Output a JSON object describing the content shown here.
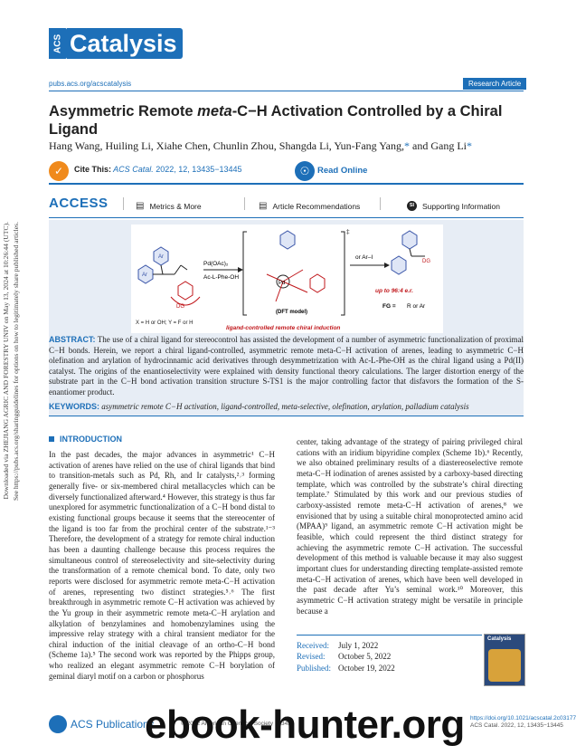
{
  "side_note": {
    "line1": "Downloaded via ZHEJIANG AGRIC AND FORESTRY UNIV on May 13, 2024 at 10:26:44 (UTC).",
    "line2": "See https://pubs.acs.org/sharingguidelines for options on how to legitimately share published articles."
  },
  "header": {
    "logo_acs": "ACS",
    "logo_journal": "Catalysis",
    "url": "pubs.acs.org/acscatalysis",
    "badge": "Research Article"
  },
  "article": {
    "title_pre": "Asymmetric Remote ",
    "title_italic": "meta",
    "title_post": "-C−H Activation Controlled by a Chiral Ligand",
    "authors_a": "Hang Wang, Huiling Li, Xiahe Chen, Chunlin Zhou, Shangda Li, Yun-Fang Yang,",
    "authors_b": " and Gang Li",
    "asterisk": "*",
    "cite_label": "Cite This:",
    "cite_journal": " ACS Catal.",
    "cite_ref": " 2022, 12, 13435−13445",
    "read_online": "Read Online"
  },
  "access_bar": {
    "access": "ACCESS",
    "metrics": "Metrics & More",
    "recommendations": "Article Recommendations",
    "supporting": "Supporting Information",
    "si_icon_text": "SI"
  },
  "toc": {
    "reagent1": "Pd(OAc)₂",
    "reagent2": "Ac-L-Phe-OH",
    "or_ar": "or Ar–I",
    "dg": "DG",
    "xy": "X = H or OH; Y = F or H",
    "dft": "(DFT model)",
    "er": "up to 96:4 e.r.",
    "fg": "FG = ",
    "fg2": "R or Ar",
    "caption": "ligand-controlled remote chiral induction",
    "ddagger": "‡"
  },
  "abstract": {
    "label": "ABSTRACT:",
    "text": " The use of a chiral ligand for stereocontrol has assisted the development of a number of asymmetric functionalization of proximal C−H bonds. Herein, we report a chiral ligand-controlled, asymmetric remote meta-C−H activation of arenes, leading to asymmetric C−H olefination and arylation of hydrocinnamic acid derivatives through desymmetrization with Ac-L-Phe-OH as the chiral ligand using a Pd(II) catalyst. The origins of the enantioselectivity were explained with density functional theory calculations. The larger distortion energy of the substrate part in the C−H bond activation transition structure S-TS1 is the major controlling factor that disfavors the formation of the S-enantiomer product.",
    "kw_label": "KEYWORDS:",
    "keywords": " asymmetric remote C−H activation, ligand-controlled, meta-selective, olefination, arylation, palladium catalysis"
  },
  "intro": {
    "heading": "INTRODUCTION",
    "col1": "In the past decades, the major advances in asymmetric¹ C−H activation of arenes have relied on the use of chiral ligands that bind to transition-metals such as Pd, Rh, and Ir catalysts,²˒³ forming generally five- or six-membered chiral metallacycles which can be diversely functionalized afterward.⁴ However, this strategy is thus far unexplored for asymmetric functionalization of a C−H bond distal to existing functional groups because it seems that the stereocenter of the ligand is too far from the prochiral center of the substrate.¹⁻³ Therefore, the development of a strategy for remote chiral induction has been a daunting challenge because this process requires the simultaneous control of stereoselectivity and site-selectivity during the transformation of a remote chemical bond. To date, only two reports were disclosed for asymmetric remote meta-C−H activation of arenes, representing two distinct strategies.⁵˒⁶ The first breakthrough in asymmetric remote C−H activation was achieved by the Yu group in their asymmetric remote meta-C−H arylation and alkylation of benzylamines and homobenzylamines using the impressive relay strategy with a chiral transient mediator for the chiral induction of the initial cleavage of an ortho-C−H bond (Scheme 1a).⁵ The second work was reported by the Phipps group, who realized an elegant asymmetric remote C−H borylation of geminal diaryl motif on a carbon or phosphorus",
    "col2": "center, taking advantage of the strategy of pairing privileged chiral cations with an iridium bipyridine complex (Scheme 1b).⁶ Recently, we also obtained preliminary results of a diastereoselective remote meta-C−H iodination of arenes assisted by a carboxy-based directing template, which was controlled by the substrate’s chiral directing template.⁷ Stimulated by this work and our previous studies of carboxy-assisted remote meta-C−H activation of arenes,⁸ we envisioned that by using a suitable chiral monoprotected amino acid (MPAA)⁹ ligand, an asymmetric remote C−H activation might be feasible, which could represent the third distinct strategy for achieving the asymmetric remote C−H activation. The successful development of this method is valuable because it may also suggest important clues for understanding directing template-assisted remote meta-C−H activation of arenes, which have been well developed in the past decade after Yu’s seminal work.¹⁰ Moreover, this asymmetric C−H activation strategy might be versatile in principle because a"
  },
  "history": {
    "received_k": "Received:",
    "received_v": "July 1, 2022",
    "revised_k": "Revised:",
    "revised_v": "October 5, 2022",
    "published_k": "Published:",
    "published_v": "October 19, 2022",
    "cover_title": "Catalysis"
  },
  "footer": {
    "publisher": "ACS Publications",
    "copyright": "© 2022 American Chemical Society",
    "page": "13435",
    "doi": "https://doi.org/10.1021/acscatal.2c03177",
    "journal_ref": "ACS Catal. 2022, 12, 13435−13445",
    "watermark": "ebook-hunter.org"
  },
  "colors": {
    "accent": "#1d6fb8",
    "abstract_bg": "#e7edf5",
    "cite_orange": "#f08a1c",
    "toc_red": "#c0171b"
  }
}
